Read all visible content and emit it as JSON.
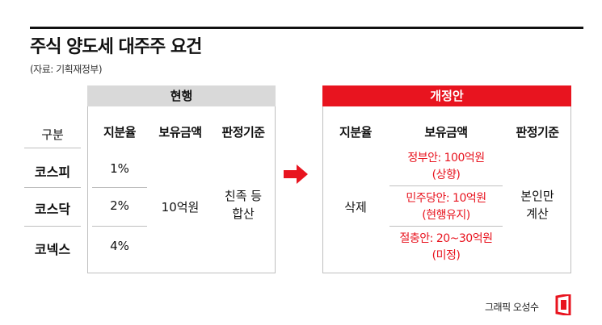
{
  "title": "주식 양도세 대주주 요건",
  "source": "(자료: 기획재정부)",
  "row_header": "구분",
  "markets": [
    "코스피",
    "코스닥",
    "코넥스"
  ],
  "current": {
    "header": "현행",
    "columns": [
      "지분율",
      "보유금액",
      "판정기준"
    ],
    "share_ratios": [
      "1%",
      "2%",
      "4%"
    ],
    "holding_amount": "10억원",
    "criteria_line1": "친족 등",
    "criteria_line2": "합산"
  },
  "revised": {
    "header": "개정안",
    "columns": [
      "지분율",
      "보유금액",
      "판정기준"
    ],
    "share_ratio": "삭제",
    "proposals": [
      {
        "line1": "정부안: 100억원",
        "line2": "(상향)"
      },
      {
        "line1": "민주당안: 10억원",
        "line2": "(현행유지)"
      },
      {
        "line1": "절충안: 20~30억원",
        "line2": "(미정)"
      }
    ],
    "criteria_line1": "본인만",
    "criteria_line2": "계산"
  },
  "credit": "그래픽 오성수",
  "colors": {
    "accent": "#e8141f",
    "header_gray": "#d9d9d9",
    "border": "#bfbfbf"
  },
  "icons": {
    "arrow": "right-arrow-icon",
    "logo": "brand-logo-icon"
  }
}
